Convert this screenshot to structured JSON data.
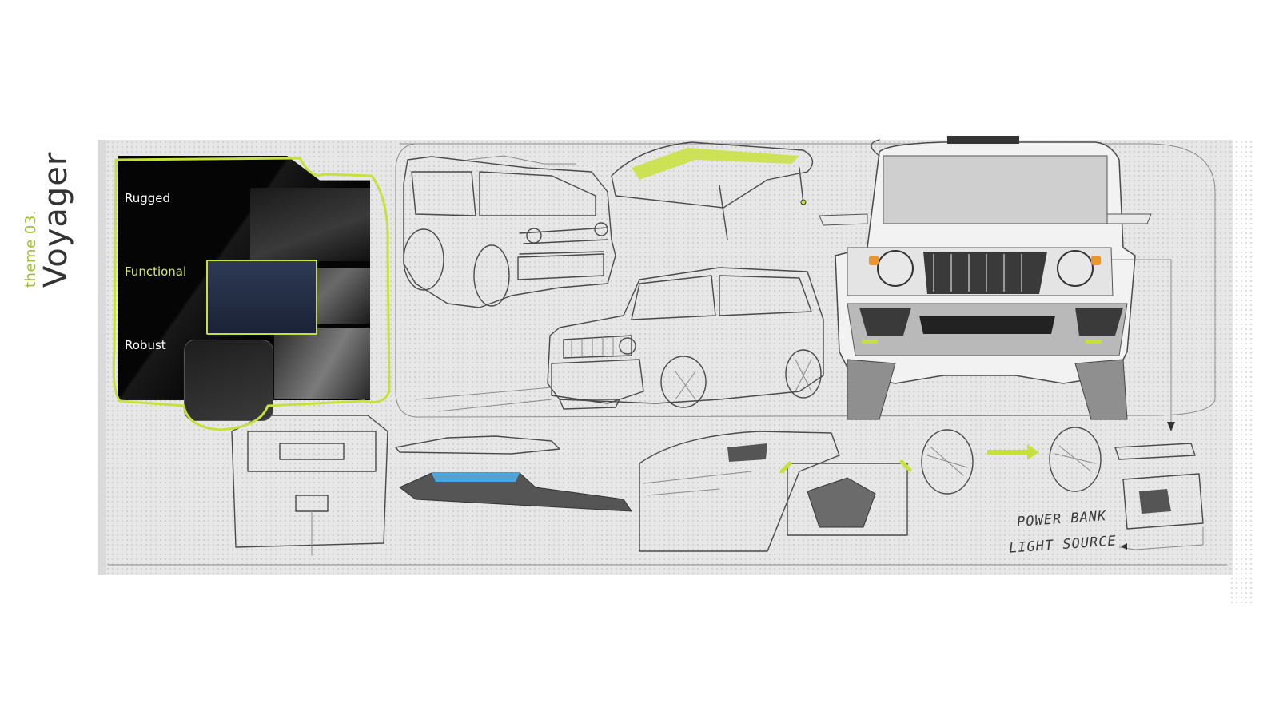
{
  "theme": {
    "label": "theme 03.",
    "title": "Voyager"
  },
  "moodboard": {
    "keywords": [
      "Rugged",
      "Functional",
      "Robust"
    ],
    "accent_keyword_index": 1
  },
  "annotation": {
    "line1": "POWER BANK",
    "line2": "LIGHT SOURCE"
  },
  "colors": {
    "accent": "#c8e03a",
    "theme_label": "#9cbf2a",
    "title": "#333333",
    "sheet": "#e7e7e7",
    "moodboard": "#050505"
  }
}
